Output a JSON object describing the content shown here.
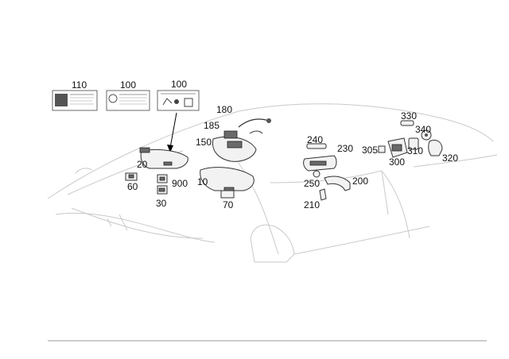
{
  "callouts": [
    {
      "id": "110",
      "text": "110"
    },
    {
      "id": "100a",
      "text": "100"
    },
    {
      "id": "100b",
      "text": "100"
    },
    {
      "id": "180",
      "text": "180"
    },
    {
      "id": "185",
      "text": "185"
    },
    {
      "id": "150",
      "text": "150"
    },
    {
      "id": "20",
      "text": "20"
    },
    {
      "id": "60",
      "text": "60"
    },
    {
      "id": "900",
      "text": "900"
    },
    {
      "id": "30",
      "text": "30"
    },
    {
      "id": "10",
      "text": "10"
    },
    {
      "id": "70",
      "text": "70"
    },
    {
      "id": "240",
      "text": "240"
    },
    {
      "id": "230",
      "text": "230"
    },
    {
      "id": "250",
      "text": "250"
    },
    {
      "id": "200",
      "text": "200"
    },
    {
      "id": "210",
      "text": "210"
    },
    {
      "id": "330",
      "text": "330"
    },
    {
      "id": "340",
      "text": "340"
    },
    {
      "id": "305",
      "text": "305"
    },
    {
      "id": "310",
      "text": "310"
    },
    {
      "id": "300",
      "text": "300"
    },
    {
      "id": "320",
      "text": "320"
    }
  ]
}
